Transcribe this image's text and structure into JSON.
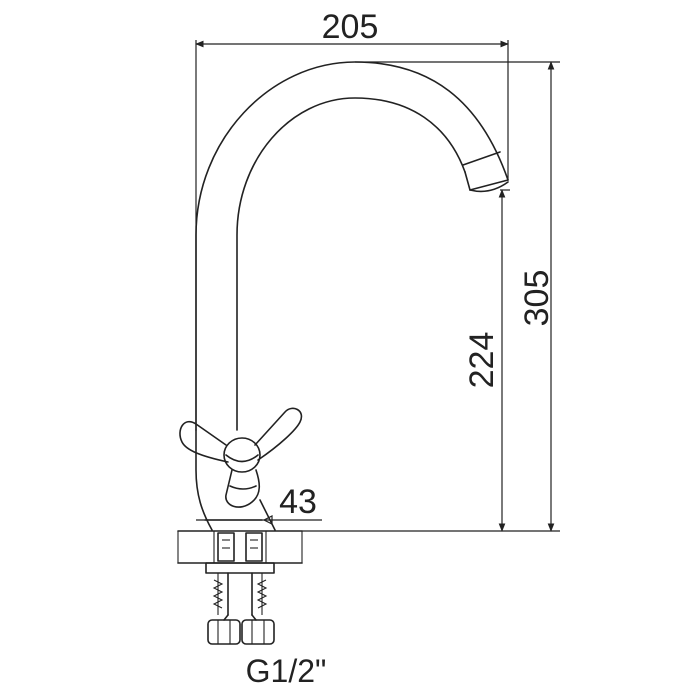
{
  "dimensions": {
    "width": "205",
    "total_height": "305",
    "spout_height": "224",
    "base_diameter": "43"
  },
  "thread_label": "G1/2\""
}
